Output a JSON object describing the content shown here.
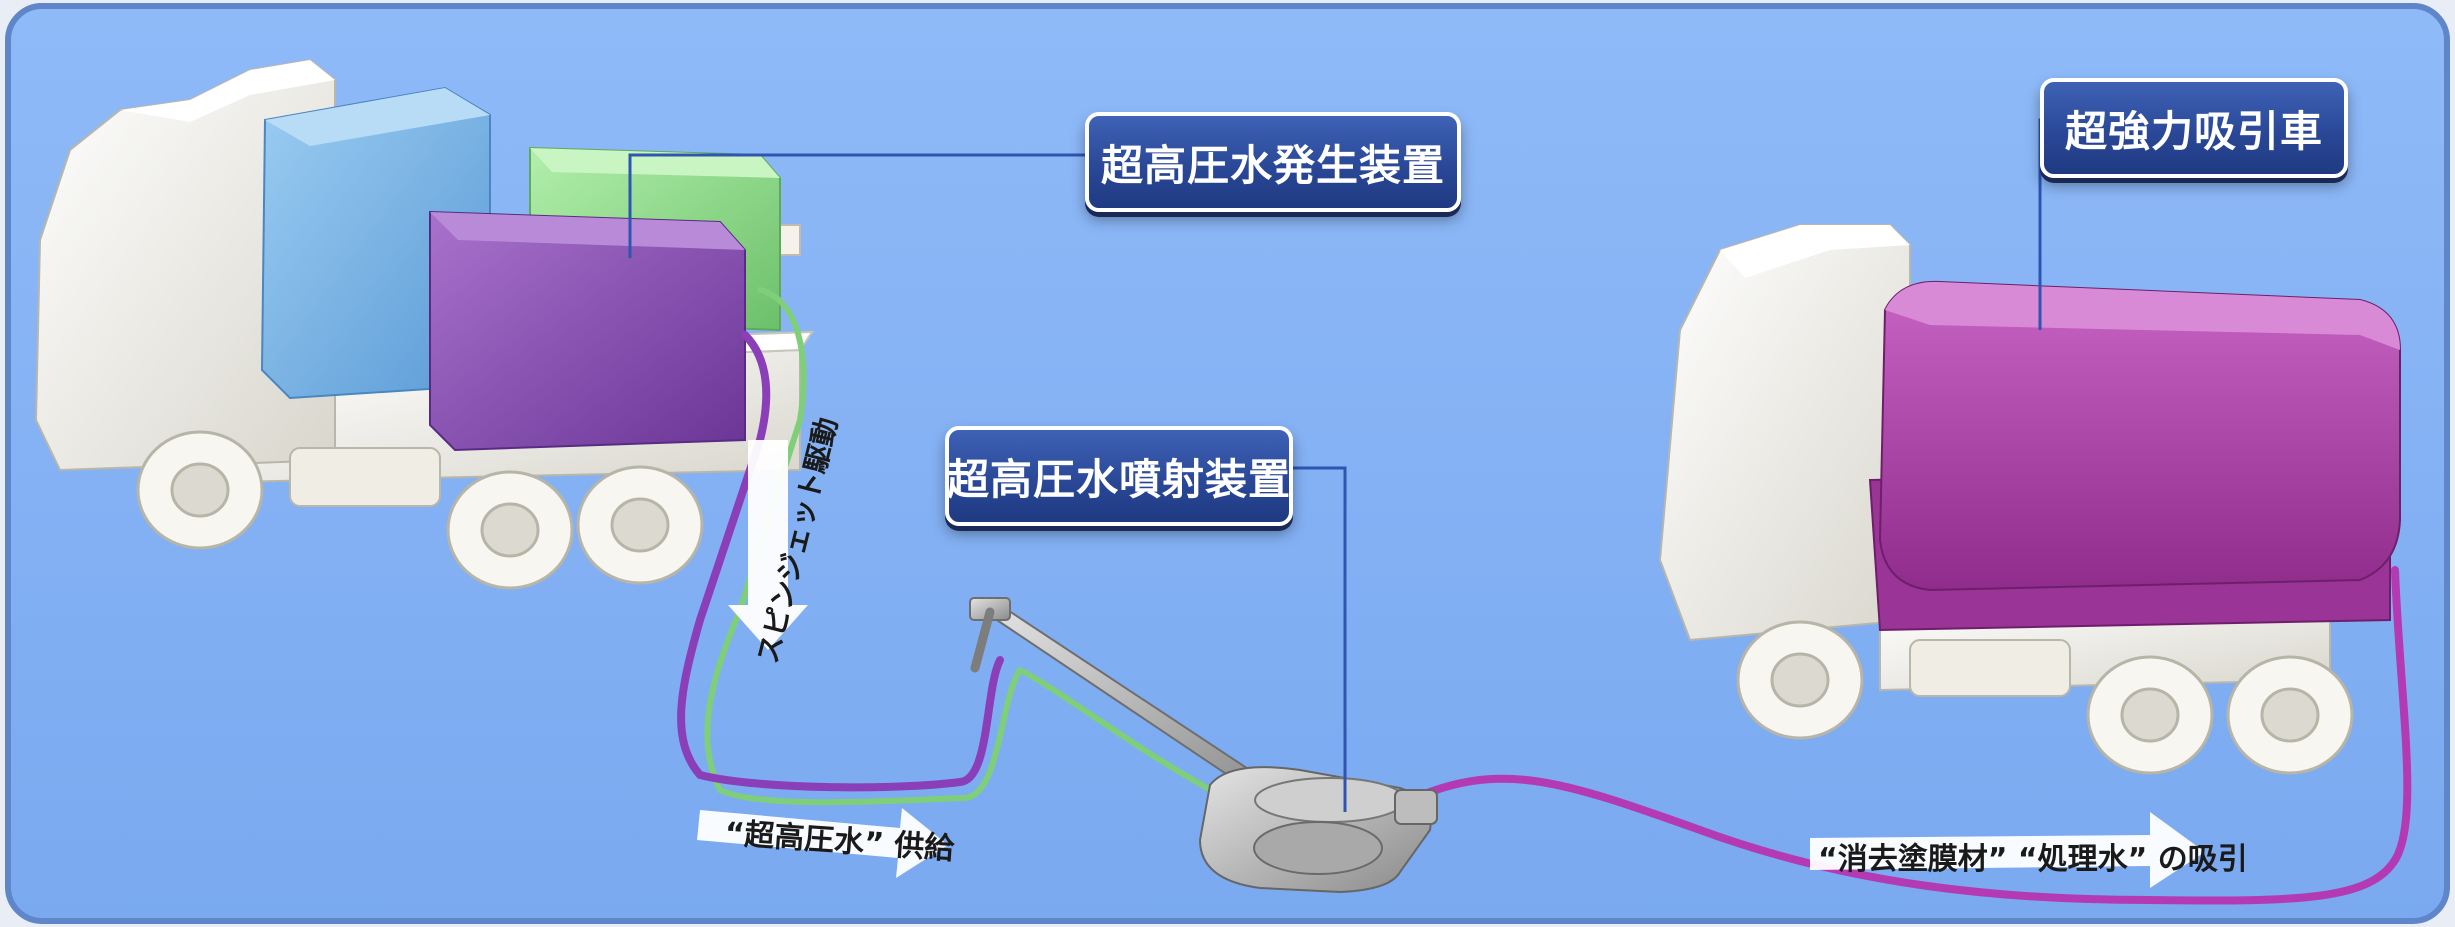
{
  "callouts": {
    "generator": "超高圧水発生装置",
    "suction_truck": "超強力吸引車",
    "jet_device": "超高圧水噴射装置"
  },
  "flows": {
    "drive": "スピンジェット駆動",
    "supply": "“超高圧水” 供給",
    "suction": "“消去塗膜材” “処理水” の吸引"
  },
  "colors": {
    "background": "#85b2f6",
    "border": "#5f86c8",
    "callout": "#2a4897",
    "truck_body": "#f2f0e8",
    "tank_blue": "#79b6e6",
    "tank_green": "#8fd98c",
    "tank_purple": "#8b4fb2",
    "suction_tank": "#b442b0",
    "hose_purple": "#8a3fb8",
    "hose_green": "#7fcf7a"
  }
}
